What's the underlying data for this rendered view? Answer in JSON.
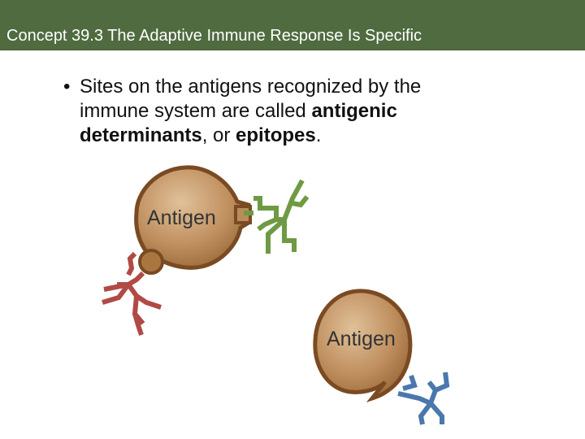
{
  "slide": {
    "title": "Concept 39.3 The Adaptive Immune Response Is Specific",
    "bullet": {
      "marker": "•",
      "line1": "Sites on the antigens recognized by the",
      "line2": "immune system are called ",
      "line2_bold": "antigenic",
      "line3_bold1": "determinants",
      "line3_text": ", or ",
      "line3_bold2": "epitopes",
      "line3_end": "."
    }
  },
  "figure": {
    "antigen_top_label": "Antigen",
    "antigen_bottom_label": "Antigen",
    "colors": {
      "antigen_fill": "#b98d5a",
      "antigen_stroke": "#7a4a22",
      "antibody_green": "#6f9a44",
      "antibody_red": "#b04a45",
      "antibody_blue": "#4a78ac"
    }
  }
}
